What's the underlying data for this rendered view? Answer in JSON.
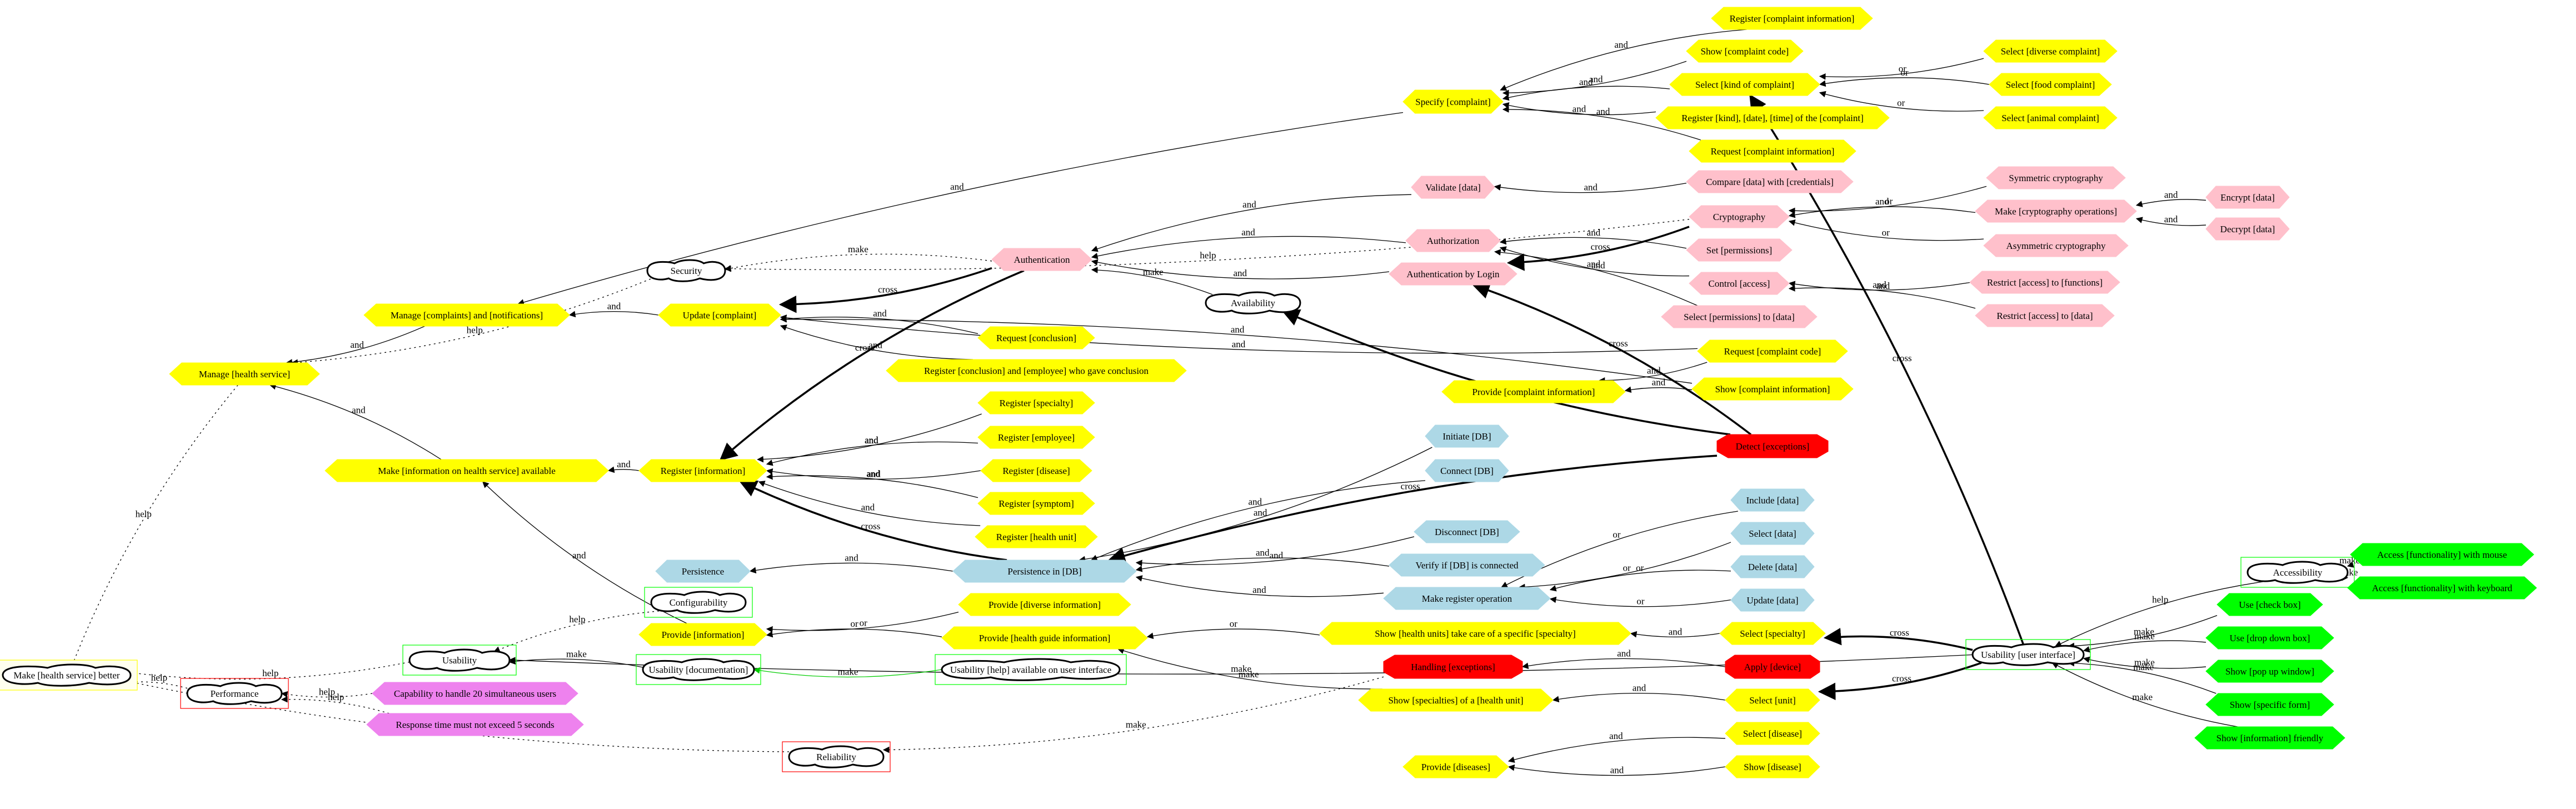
{
  "colors": {
    "yellow": "#ffff00",
    "pink": "#ffc0cb",
    "blue": "#add8e6",
    "red": "#ff0000",
    "green": "#00ff00",
    "violet": "#ee82ee",
    "edge": "#000000",
    "green_edge": "#00cc00"
  },
  "nodes": {
    "register_complaint_information": "Register [complaint information]",
    "show_complaint_code": "Show [complaint code]",
    "select_kind_of_complaint": "Select [kind of complaint]",
    "select_diverse_complaint": "Select [diverse complaint]",
    "select_food_complaint": "Select [food complaint]",
    "select_animal_complaint": "Select [animal complaint]",
    "register_kind_date_time": "Register [kind], [date], [time] of the [complaint]",
    "request_complaint_information": "Request [complaint information]",
    "specify_complaint": "Specify [complaint]",
    "compare_data_with_credentials": "Compare [data] with [credentials]",
    "validate_data": "Validate [data]",
    "symmetric_cryptography": "Symmetric cryptography",
    "make_cryptography_operations": "Make [cryptography operations]",
    "encrypt_data": "Encrypt [data]",
    "decrypt_data": "Decrypt [data]",
    "asymmetric_cryptography": "Asymmetric cryptography",
    "cryptography": "Cryptography",
    "authorization": "Authorization",
    "authentication": "Authentication",
    "authentication_by_login": "Authentication by Login",
    "security": "Security",
    "set_permissions": "Set [permissions]",
    "control_access": "Control [access]",
    "restrict_access_functions": "Restrict [access] to [functions]",
    "restrict_access_data": "Restrict [access] to [data]",
    "select_permissions_data": "Select [permissions] to [data]",
    "manage_complaints_notifications": "Manage [complaints] and [notifications]",
    "update_complaint": "Update [complaint]",
    "availability": "Availability",
    "request_complaint_code": "Request [complaint code]",
    "request_conclusion": "Request [conclusion]",
    "register_conclusion_employee": "Register [conclusion] and [employee] who gave conclusion",
    "show_complaint_information": "Show [complaint information]",
    "manage_health_service": "Manage [health service]",
    "provide_complaint_information": "Provide [complaint information]",
    "register_specialty": "Register [specialty]",
    "register_employee": "Register [employee]",
    "register_disease": "Register [disease]",
    "register_symptom": "Register [symptom]",
    "register_health_unit": "Register [health unit]",
    "register_information": "Register [information]",
    "make_information_available": "Make [information on health service] available",
    "initiate_db": "Initiate [DB]",
    "connect_db": "Connect [DB]",
    "detect_exceptions": "Detect [exceptions]",
    "include_data": "Include [data]",
    "select_data": "Select [data]",
    "delete_data": "Delete [data]",
    "update_data": "Update [data]",
    "disconnect_db": "Disconnect [DB]",
    "verify_db_connected": "Verify if [DB] is connected",
    "persistence": "Persistence",
    "persistence_in_db": "Persistence in [DB]",
    "make_register_operation": "Make register operation",
    "configurability": "Configurability",
    "provide_diverse_information": "Provide [diverse information]",
    "provide_information": "Provide [information]",
    "provide_health_guide_information": "Provide [health guide information]",
    "show_health_units_specialty": "Show [health units] take care of a specific [specialty]",
    "select_specialty": "Select [specialty]",
    "accessibility": "Accessibility",
    "access_functionality_mouse": "Access [functionality] with mouse",
    "access_functionality_keyboard": "Access [functionality] with keyboard",
    "use_check_box": "Use [check box]",
    "use_drop_down_box": "Use [drop down box]",
    "show_pop_up_window": "Show [pop up window]",
    "show_specific_form": "Show [specific form]",
    "show_information_friendly": "Show [information] friendly",
    "usability_user_interface": "Usability [user interface]",
    "usability": "Usability",
    "usability_documentation": "Usability [documentation]",
    "usability_help": "Usability [help] available on user interface",
    "make_health_service_better": "Make [health service] better",
    "performance": "Performance",
    "capability_20_users": "Capability to handle 20 simultaneous users",
    "response_time": "Response time must not exceed 5 seconds",
    "handling_exceptions": "Handling [exceptions]",
    "apply_device": "Apply [device]",
    "show_specialties_health_unit": "Show [specialties] of a [health unit]",
    "select_unit": "Select [unit]",
    "reliability": "Reliability",
    "select_disease": "Select [disease]",
    "provide_diseases": "Provide [diseases]",
    "show_disease": "Show [disease]"
  },
  "edge_labels": {
    "and": "and",
    "or": "or",
    "help": "help",
    "make": "make",
    "cross": "cross"
  }
}
